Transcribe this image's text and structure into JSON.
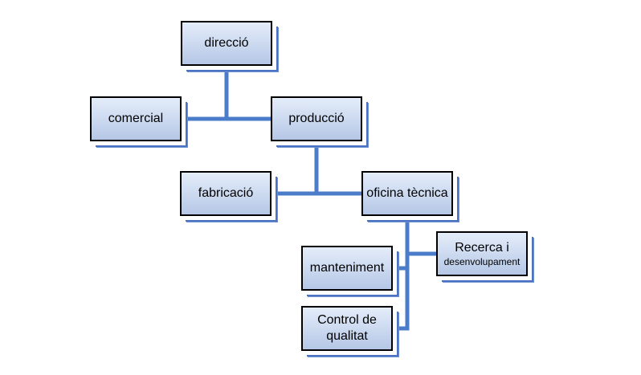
{
  "nodes": {
    "direccio": "direcció",
    "comercial": "comercial",
    "produccio": "producció",
    "fabricacio": "fabricació",
    "oficina_tecnica": "oficina tècnica",
    "recerca_line1": "Recerca i",
    "recerca_line2": "desenvolupament",
    "manteniment": "manteniment",
    "control_line1": "Control de",
    "control_line2": "qualitat"
  },
  "colors": {
    "connector": "#4a7cc9",
    "node_border": "#000000",
    "node_fill_top": "#e4ecf9",
    "node_fill_bottom": "#b5c7e6"
  }
}
